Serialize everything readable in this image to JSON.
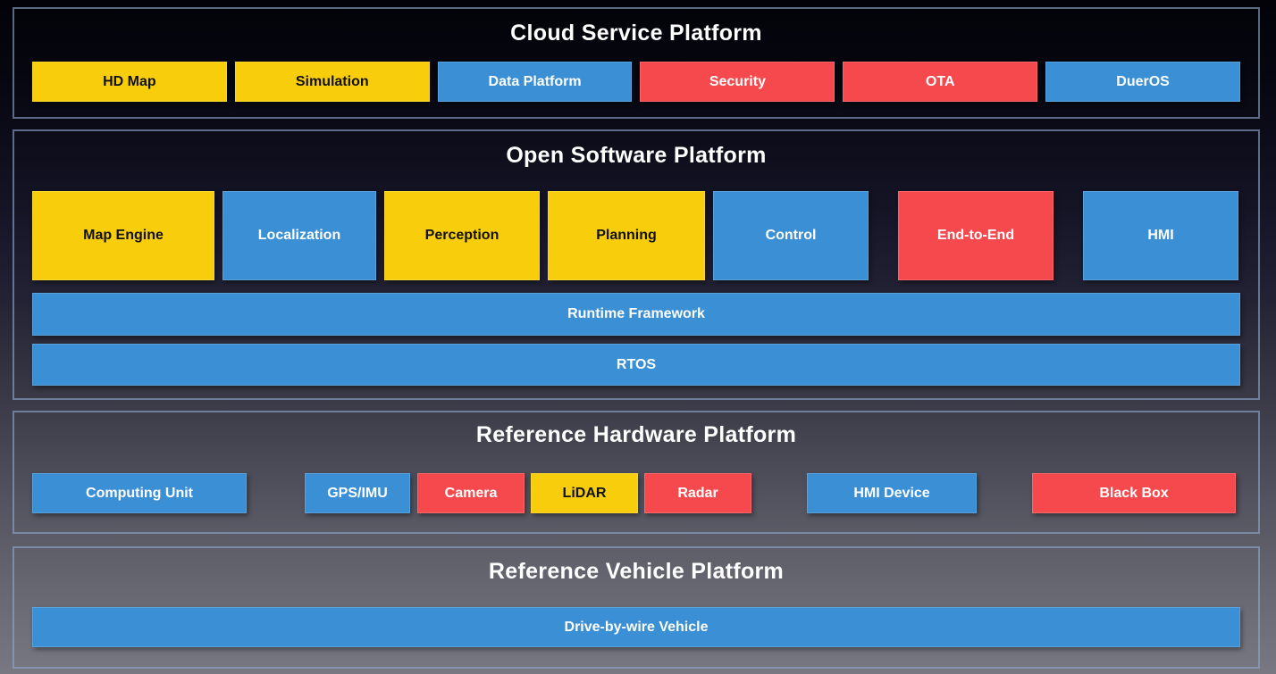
{
  "colors": {
    "yellow": "#f8cd0b",
    "blue": "#3a8fd5",
    "red": "#f6494d",
    "section_border": "#92a6cd",
    "title_text": "#ffffff"
  },
  "sections": {
    "cloud": {
      "title": "Cloud Service Platform",
      "blocks": [
        {
          "label": "HD Map",
          "color": "yellow"
        },
        {
          "label": "Simulation",
          "color": "yellow"
        },
        {
          "label": "Data Platform",
          "color": "blue"
        },
        {
          "label": "Security",
          "color": "red"
        },
        {
          "label": "OTA",
          "color": "red"
        },
        {
          "label": "DuerOS",
          "color": "blue"
        }
      ]
    },
    "software": {
      "title": "Open Software Platform",
      "modules": [
        {
          "label": "Map Engine",
          "color": "yellow"
        },
        {
          "label": "Localization",
          "color": "blue"
        },
        {
          "label": "Perception",
          "color": "yellow"
        },
        {
          "label": "Planning",
          "color": "yellow"
        },
        {
          "label": "Control",
          "color": "blue"
        },
        {
          "label": "End-to-End",
          "color": "red"
        },
        {
          "label": "HMI",
          "color": "blue"
        }
      ],
      "bars": [
        {
          "label": "Runtime Framework",
          "color": "blue"
        },
        {
          "label": "RTOS",
          "color": "blue"
        }
      ]
    },
    "hardware": {
      "title": "Reference Hardware Platform",
      "blocks": [
        {
          "label": "Computing Unit",
          "color": "blue"
        },
        {
          "label": "GPS/IMU",
          "color": "blue"
        },
        {
          "label": "Camera",
          "color": "red"
        },
        {
          "label": "LiDAR",
          "color": "yellow"
        },
        {
          "label": "Radar",
          "color": "red"
        },
        {
          "label": "HMI Device",
          "color": "blue"
        },
        {
          "label": "Black Box",
          "color": "red"
        }
      ]
    },
    "vehicle": {
      "title": "Reference Vehicle Platform",
      "bars": [
        {
          "label": "Drive-by-wire Vehicle",
          "color": "blue"
        }
      ]
    }
  }
}
